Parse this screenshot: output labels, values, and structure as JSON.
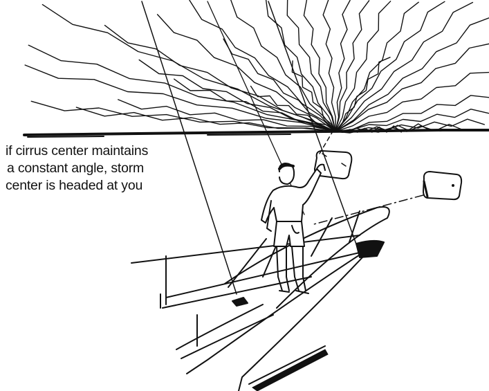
{
  "caption": {
    "line1": "if cirrus center maintains",
    "line2": "a constant angle, storm",
    "line3": "center is headed at you"
  },
  "colors": {
    "ink": "#111111",
    "paper": "#ffffff"
  }
}
